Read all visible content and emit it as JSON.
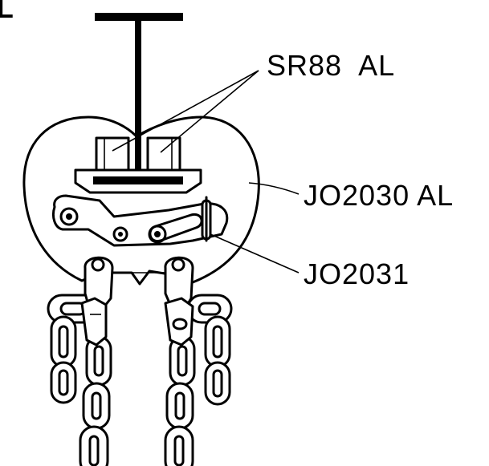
{
  "figure": {
    "corner_label": "L",
    "callouts": {
      "clamp_jaw": "SR88  AL",
      "body_plate": "JO2030 AL",
      "pin": "JO2031"
    }
  }
}
